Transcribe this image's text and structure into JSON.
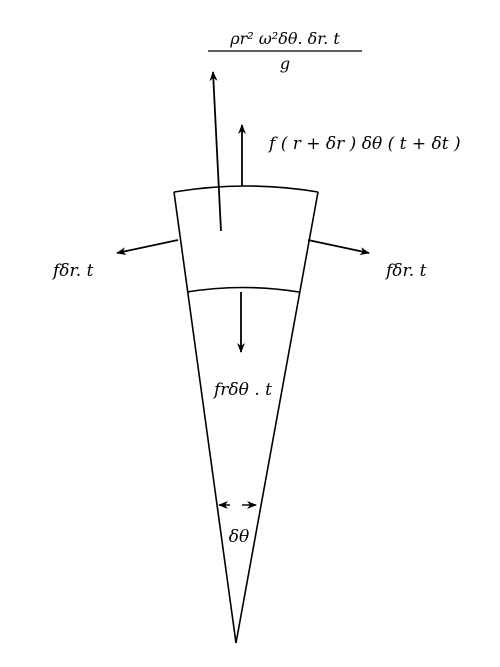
{
  "labels": {
    "centrifugal_numerator": "ρr² ω²δθ. δr. t",
    "centrifugal_denominator": "g",
    "outer_force": "f ( r + δr ) δθ ( t + δt )",
    "left_side_force": "fδr. t",
    "right_side_force": "fδr. t",
    "inner_force": "frδθ . t",
    "angle": "δθ"
  },
  "colors": {
    "stroke": "#000000",
    "background": "#ffffff"
  }
}
